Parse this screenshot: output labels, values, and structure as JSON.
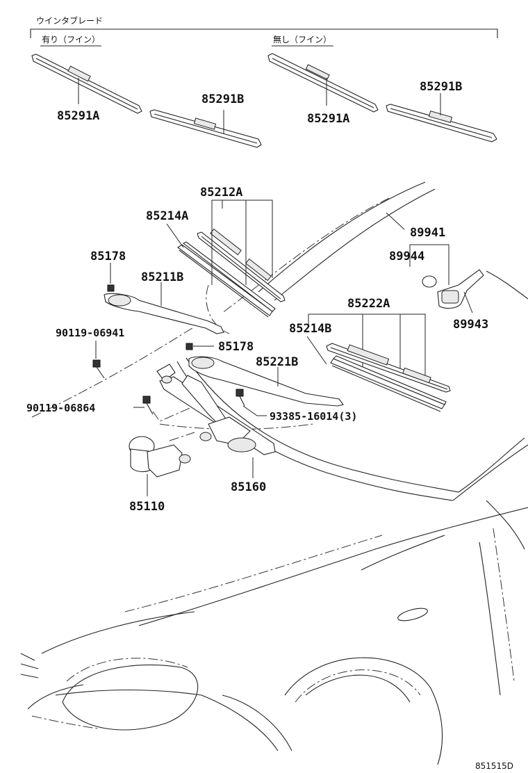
{
  "header": {
    "section_title": "ウインタブレード",
    "with_fin": "有り（フイン）",
    "without_fin": "無し（フイン）"
  },
  "parts": {
    "p85291A_left": "85291A",
    "p85291B_left": "85291B",
    "p85291A_right": "85291A",
    "p85291B_right": "85291B",
    "p85212A": "85212A",
    "p85214A": "85214A",
    "p85178_a": "85178",
    "p85211B": "85211B",
    "p89941": "89941",
    "p89944": "89944",
    "p89943": "89943",
    "p85222A": "85222A",
    "p85214B": "85214B",
    "p90119_06941": "90119-06941",
    "p85178_b": "85178",
    "p85221B": "85221B",
    "p90119_06864": "90119-06864",
    "p93385_16014": "93385-16014(3)",
    "p85160": "85160",
    "p85110": "85110"
  },
  "figure_id": "851515D"
}
